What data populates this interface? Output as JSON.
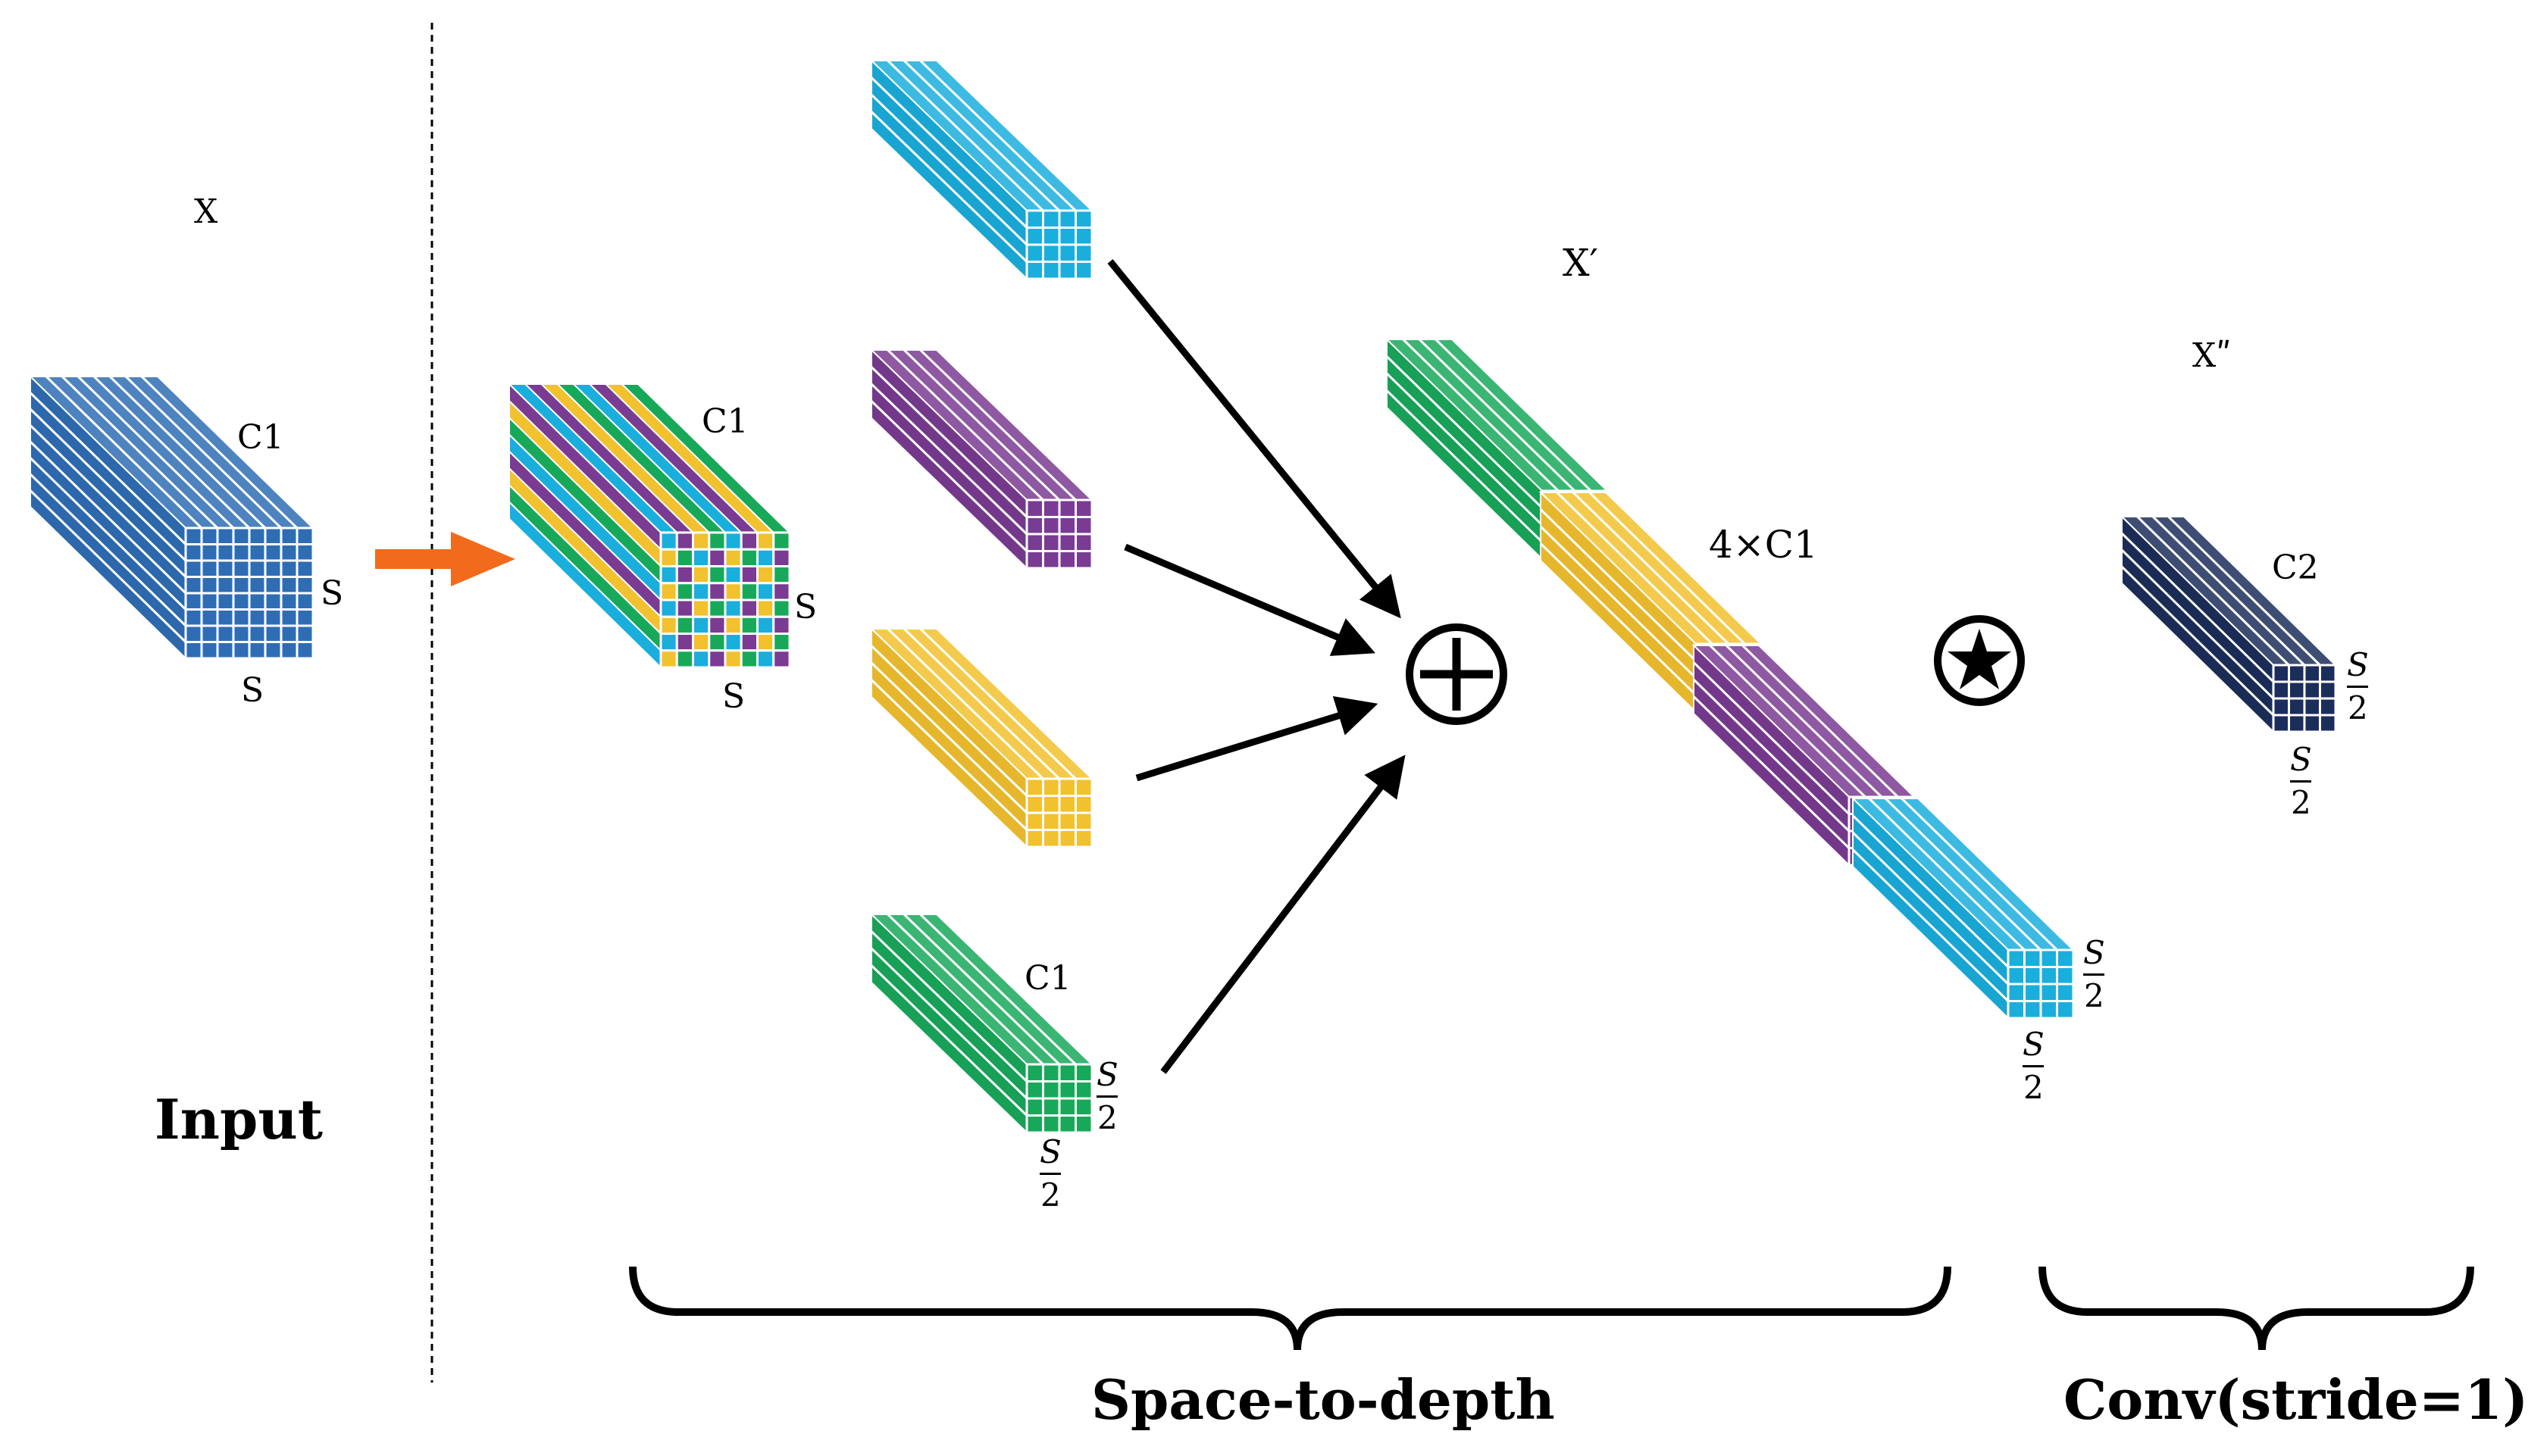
{
  "labels": {
    "x": "X",
    "x_prime": "X′",
    "x_double_prime": "Xʺ",
    "input_c1": "C1",
    "input_s_side": "S",
    "input_s_bottom": "S",
    "mosaic_c1": "C1",
    "mosaic_s_side": "S",
    "mosaic_s_bottom": "S",
    "green_c1": "C1",
    "concat_channels": "4×C1",
    "conv_c2": "C2",
    "input_title": "Input",
    "space_to_depth_title": "Space-to-depth",
    "conv_title": "Conv(stride=1)"
  },
  "fraction": {
    "numerator": "S",
    "denominator": "2"
  },
  "symbols": {
    "concat": "⊕",
    "conv": "★"
  },
  "colors": {
    "input_blue": "#2E6DB4",
    "cyan": "#1AAEDD",
    "purple": "#7A3B92",
    "yellow": "#F2C12E",
    "green": "#18A85A",
    "navy": "#1B2D5B",
    "arrow_orange": "#F26B1D"
  }
}
